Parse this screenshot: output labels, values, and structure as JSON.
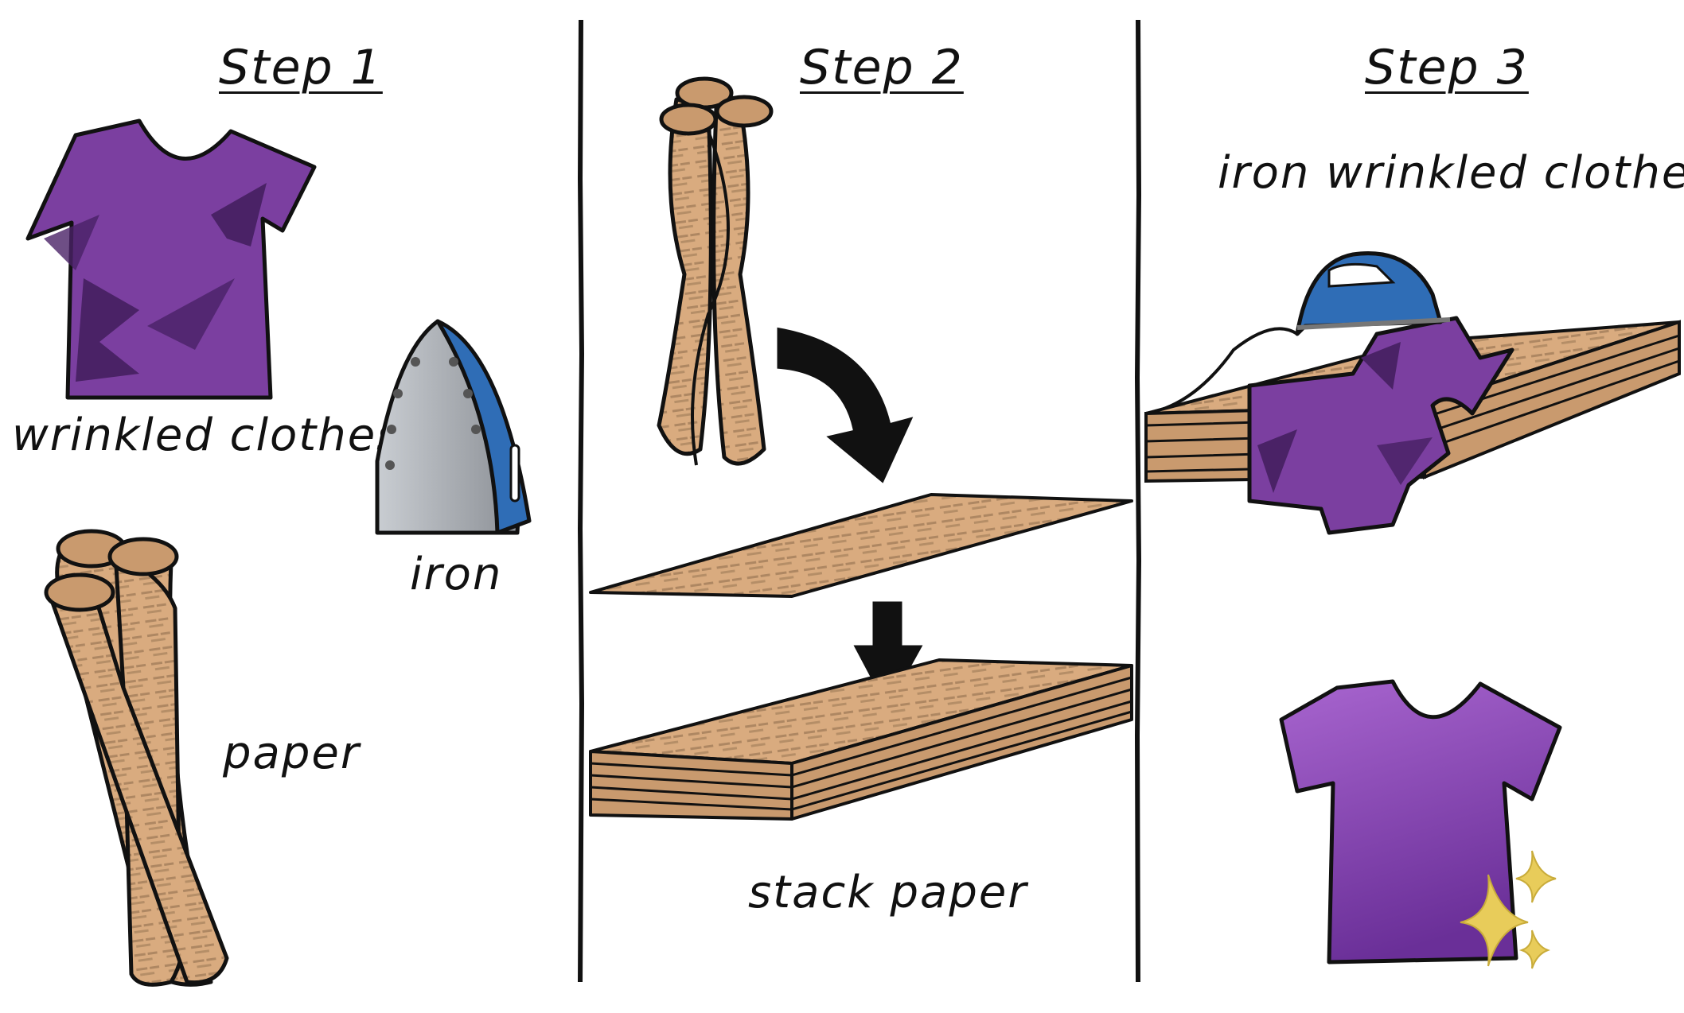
{
  "steps": [
    {
      "heading": "Step 1",
      "labels": {
        "shirt": "wrinkled clothes",
        "iron": "iron",
        "paper": "paper"
      }
    },
    {
      "heading": "Step 2",
      "labels": {
        "stack": "stack paper"
      }
    },
    {
      "heading": "Step 3",
      "labels": {
        "top": "iron wrinkled clothes"
      }
    }
  ],
  "colors": {
    "shirt": "#7b3fa0",
    "shirt_shadow": "#4a2266",
    "paper": "#d9ab7f",
    "iron_plate": "#a8acb2",
    "iron_blue": "#2f6db6",
    "outline": "#111111"
  }
}
